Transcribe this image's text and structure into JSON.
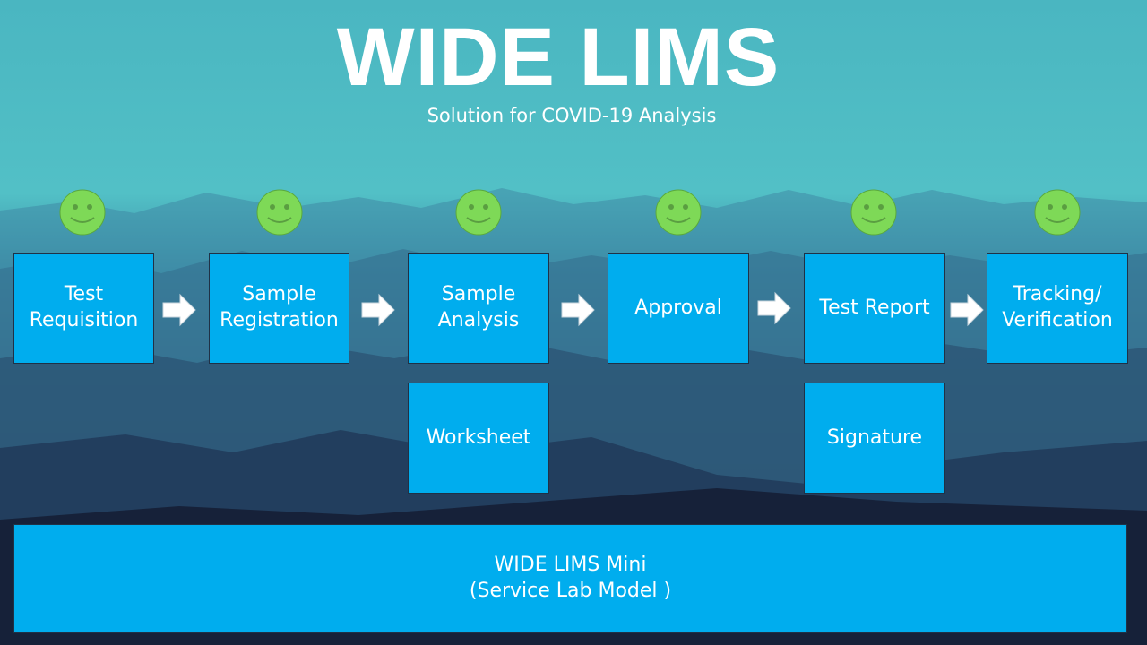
{
  "header": {
    "title": "WIDE LIMS",
    "subtitle": "Solution for COVID-19 Analysis"
  },
  "steps": [
    {
      "label": "Test\nRequisition"
    },
    {
      "label": "Sample\nRegistration"
    },
    {
      "label": "Sample\nAnalysis"
    },
    {
      "label": "Approval"
    },
    {
      "label": "Test Report"
    },
    {
      "label": "Tracking/\nVerification"
    }
  ],
  "sub_steps": {
    "worksheet": "Worksheet",
    "signature": "Signature"
  },
  "base": {
    "line1": "WIDE LIMS Mini",
    "line2": "(Service Lab Model )"
  },
  "colors": {
    "box": "#00adee",
    "smiley": "#7ed957",
    "arrow": "#ffffff"
  }
}
